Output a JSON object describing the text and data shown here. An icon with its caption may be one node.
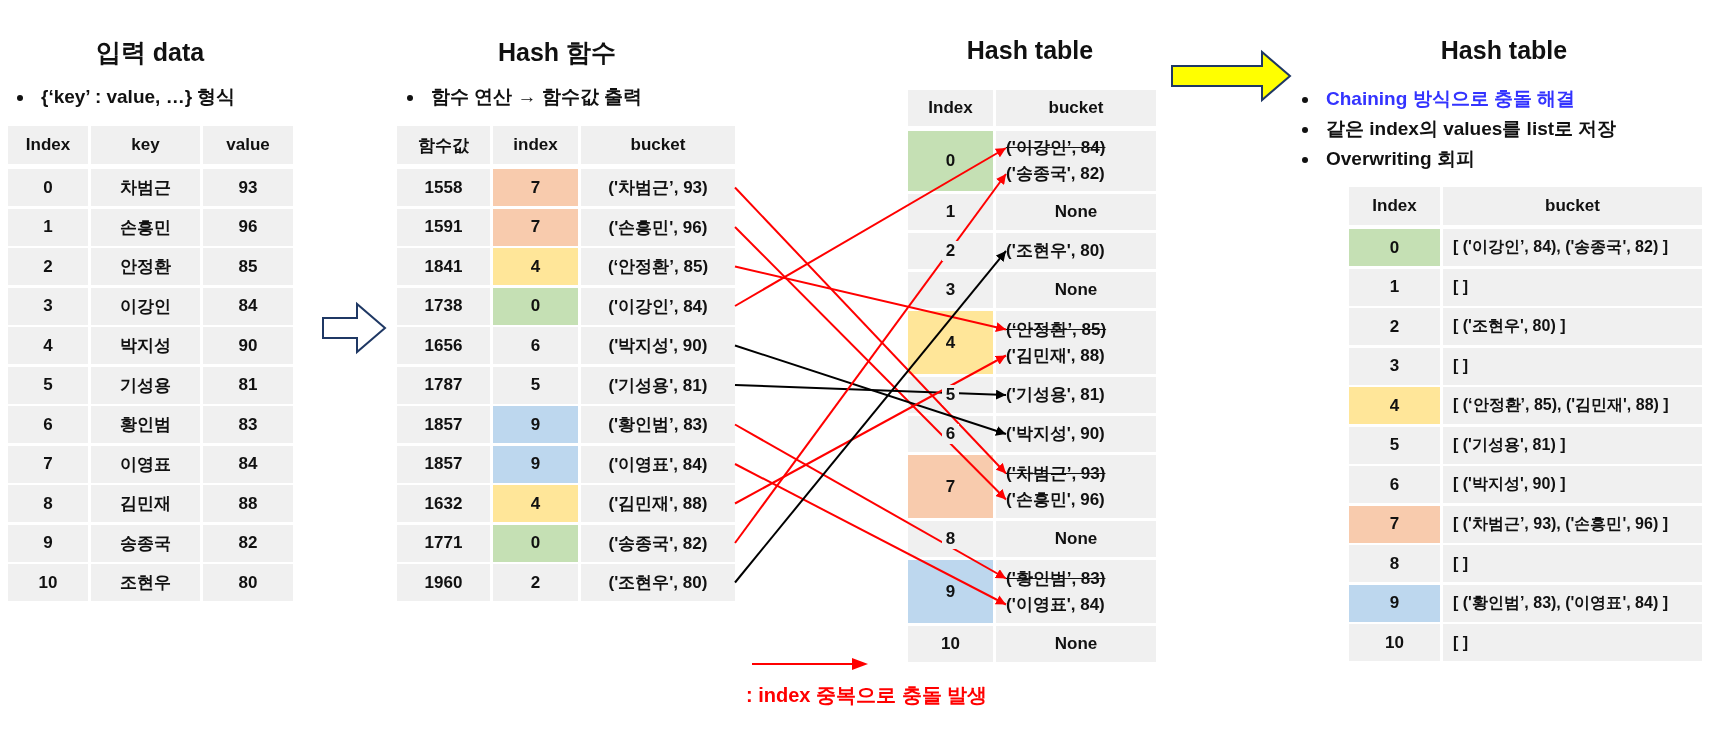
{
  "diagram": {
    "nodes": [
      {
        "text": [
          "입력 data",
          "{‘key’ : value, …} 형식"
        ]
      },
      {
        "text": [
          "Hash 함수",
          "함수 연산 → 함수값 출력"
        ]
      },
      {
        "text": [
          "('차범근’, 93)"
        ],
        "in": 1
      },
      {
        "text": [
          "('손흥민', 96)"
        ],
        "in": 1
      },
      {
        "text": [
          "(‘안정환’, 85)"
        ],
        "in": 1
      },
      {
        "text": [
          "('이강인’, 84)"
        ],
        "in": 1
      },
      {
        "text": [
          "('박지성', 90)"
        ],
        "in": 1
      },
      {
        "text": [
          "('기성용', 81)"
        ],
        "in": 1
      },
      {
        "text": [
          "('황인범’, 83)"
        ],
        "in": 1
      },
      {
        "text": [
          "('이영표', 84)"
        ],
        "in": 1
      },
      {
        "text": [
          "('김민재', 88)"
        ],
        "in": 1
      },
      {
        "text": [
          "('송종국', 82)"
        ],
        "in": 1
      },
      {
        "text": [
          "('조현우', 80)"
        ],
        "in": 1
      },
      {
        "text": [
          "Hash table"
        ]
      },
      {
        "text": [
          "('이강인’, 84)"
        ],
        "in": 13
      },
      {
        "text": [
          "('송종국', 82)"
        ],
        "in": 13
      },
      {
        "text": [
          "('조현우', 80)"
        ],
        "in": 13
      },
      {
        "text": [
          "(‘안정환’, 85)"
        ],
        "in": 13
      },
      {
        "text": [
          "('김민재', 88)"
        ],
        "in": 13
      },
      {
        "text": [
          "('기성용', 81)"
        ],
        "in": 13
      },
      {
        "text": [
          "('박지성', 90)"
        ],
        "in": 13
      },
      {
        "text": [
          "('차범근’, 93)"
        ],
        "in": 13
      },
      {
        "text": [
          "('손흥민', 96)"
        ],
        "in": 13
      },
      {
        "text": [
          "('황인범’, 83)"
        ],
        "in": 13
      },
      {
        "text": [
          "('이영표', 84)"
        ],
        "in": 13
      },
      {
        "text": [
          "Hash table",
          "Chaining 방식으로 충돌 해결",
          "같은 index의 values를 list로 저장",
          "Overwriting 회피"
        ]
      }
    ],
    "edges": [
      {
        "from": 0,
        "to": 1,
        "arrow": "to",
        "style": "thick",
        "color": "#ffffff"
      },
      {
        "from": 13,
        "to": 25,
        "arrow": "to",
        "style": "thick",
        "color": "#ffff00"
      },
      {
        "from": 2,
        "to": 21,
        "arrow": "to"
      },
      {
        "from": 3,
        "to": 22,
        "arrow": "to"
      },
      {
        "from": 4,
        "to": 17,
        "arrow": "to"
      },
      {
        "from": 5,
        "to": 14,
        "arrow": "to"
      },
      {
        "from": 6,
        "to": 20,
        "arrow": "to",
        "color": "#000000"
      },
      {
        "from": 7,
        "to": 19,
        "arrow": "to",
        "color": "#000000"
      },
      {
        "from": 8,
        "to": 23,
        "arrow": "to"
      },
      {
        "from": 9,
        "to": 24,
        "arrow": "to"
      },
      {
        "from": 10,
        "to": 18,
        "arrow": "to"
      },
      {
        "from": 11,
        "to": 15,
        "arrow": "to"
      },
      {
        "from": 12,
        "to": 16,
        "arrow": "to",
        "color": "#000000"
      }
    ],
    "labels": [
      "Index",
      "key",
      "value",
      "0",
      "차범근",
      "93",
      "1",
      "손흥민",
      "96",
      "2",
      "안정환",
      "85",
      "3",
      "이강인",
      "84",
      "4",
      "박지성",
      "90",
      "5",
      "기성용",
      "81",
      "6",
      "황인범",
      "83",
      "7",
      "이영표",
      "84",
      "8",
      "김민재",
      "88",
      "9",
      "송종국",
      "82",
      "10",
      "조현우",
      "80",
      "함수값",
      "index",
      "bucket",
      "1558",
      "7",
      "1591",
      "7",
      "1841",
      "4",
      "1738",
      "0",
      "1656",
      "6",
      "1787",
      "5",
      "1857",
      "9",
      "1857",
      "9",
      "1632",
      "4",
      "1771",
      "0",
      "1960",
      "2",
      "Index",
      "bucket",
      "0",
      "1",
      "None",
      "2",
      "3",
      "None",
      "4",
      "5",
      "6",
      "7",
      "8",
      "None",
      "9",
      "10",
      "None",
      "Index",
      "bucket",
      "0",
      "[ ('이강인’, 84), ('송종국', 82) ]",
      "1",
      "[ ]",
      "2",
      "[ ('조현우', 80) ]",
      "3",
      "[ ]",
      "4",
      "[ (‘안정환’, 85), ('김민재', 88) ]",
      "5",
      "[ ('기성용', 81) ]",
      "6",
      "[ ('박지성', 90) ]",
      "7",
      "[ ('차범근’, 93), ('손흥민', 96) ]",
      "8",
      "[ ]",
      "9",
      "[ ('황인범’, 83), ('이영표', 84) ]",
      "10",
      "[ ]"
    ],
    "legend": [
      {
        "text": ": index 중복으로 충돌 발생"
      }
    ]
  }
}
